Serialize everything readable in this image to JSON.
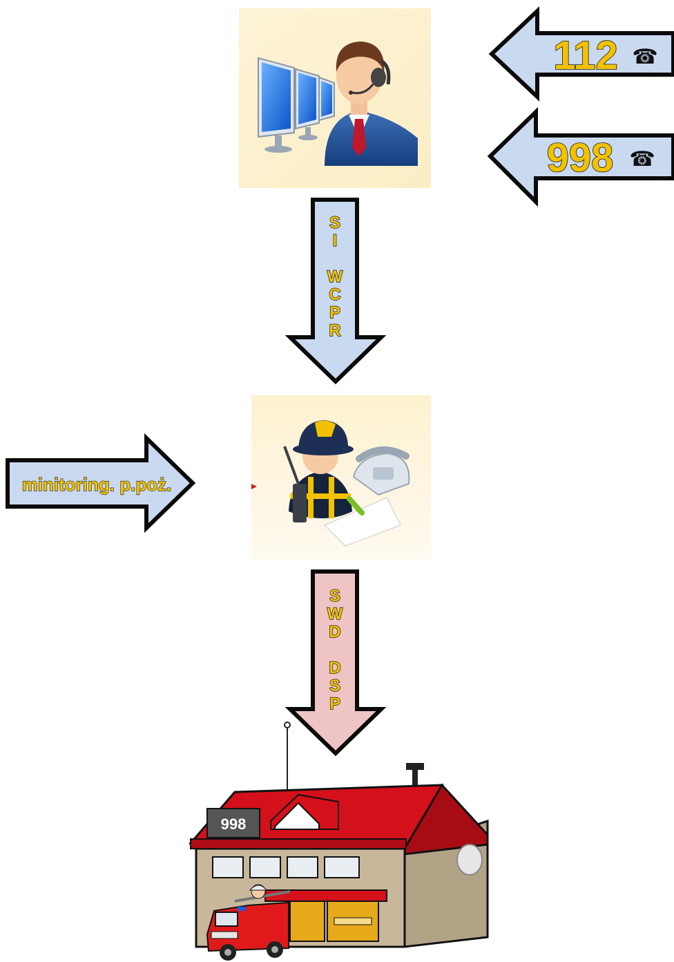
{
  "inputs": {
    "call_112": {
      "number": "112",
      "icon": "telephone-icon",
      "glyph": "☎"
    },
    "call_998": {
      "number": "998",
      "icon": "telephone-icon",
      "glyph": "☎"
    },
    "monitoring": {
      "label": "minitoring. p.poż."
    }
  },
  "flows": {
    "upper": {
      "letters": [
        "S",
        "I",
        "",
        "W",
        "C",
        "P",
        "R"
      ]
    },
    "lower": {
      "letters": [
        "S",
        "W",
        "D",
        "",
        "D",
        "S",
        "P"
      ]
    }
  },
  "nodes": {
    "operator": {
      "icon": "call-center-operator-icon"
    },
    "dispatcher": {
      "icon": "firefighter-dispatcher-icon"
    },
    "station": {
      "icon": "fire-station-icon",
      "sign": "998"
    }
  },
  "colors": {
    "arrow_blue": "#c9d9f0",
    "arrow_pink": "#efc4c4",
    "label_yellow": "#f2c200",
    "roof_red": "#d4101b"
  }
}
